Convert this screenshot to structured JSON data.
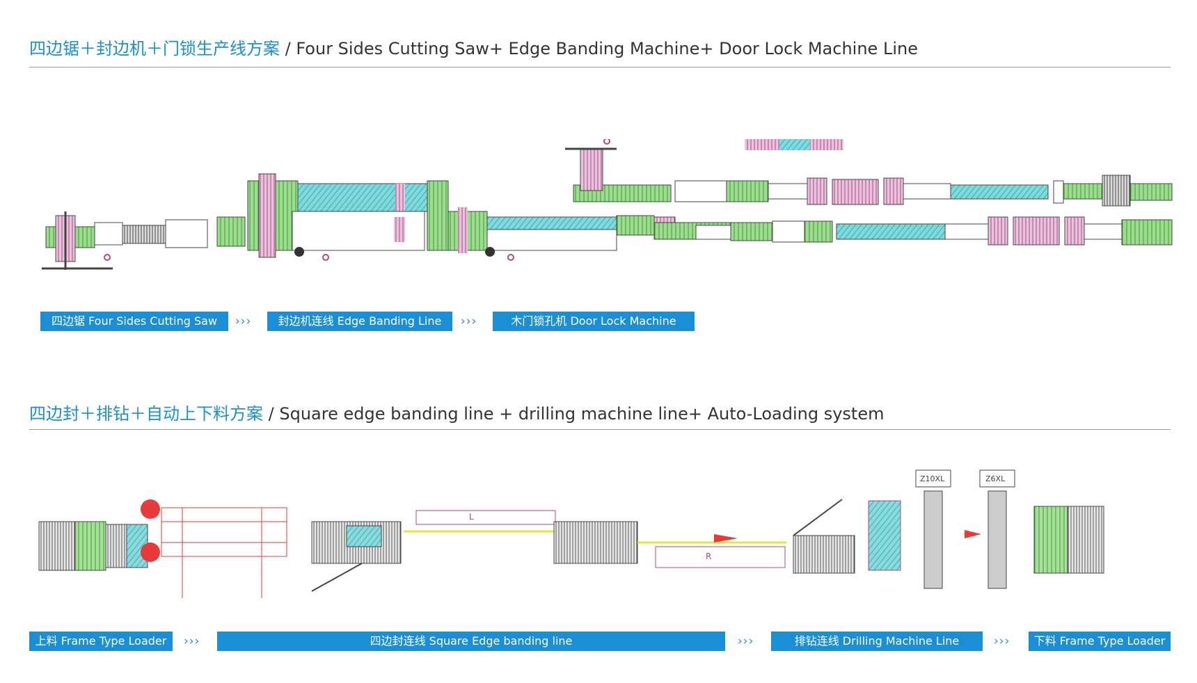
{
  "colors": {
    "accent": "#1a8fd6",
    "green": "#7ccf6e",
    "cyan": "#5fcfd2",
    "magenta": "#b2487a",
    "red": "#e83a3a",
    "yellow": "#e8e43a"
  },
  "section1": {
    "title_cn": "四边锯＋封边机＋门锁生产线方案",
    "title_en": " / Four Sides Cutting Saw+ Edge Banding Machine+ Door Lock Machine Line",
    "steps": [
      "四边锯 Four Sides Cutting Saw",
      "封边机连线  Edge Banding Line",
      "木门锁孔机  Door Lock Machine"
    ],
    "separator": "›››"
  },
  "section2": {
    "title_cn": "四边封＋排钻＋自动上下料方案",
    "title_en": " / Square edge banding line + drilling machine line+ Auto-Loading system",
    "steps": [
      "上料 Frame Type Loader",
      "四边封连线  Square Edge banding line",
      "排钻连线  Drilling Machine Line",
      "下料 Frame Type Loader"
    ],
    "separator": "›››",
    "drawing_labels": [
      "L",
      "R",
      "Z10XL",
      "Z6XL"
    ]
  }
}
